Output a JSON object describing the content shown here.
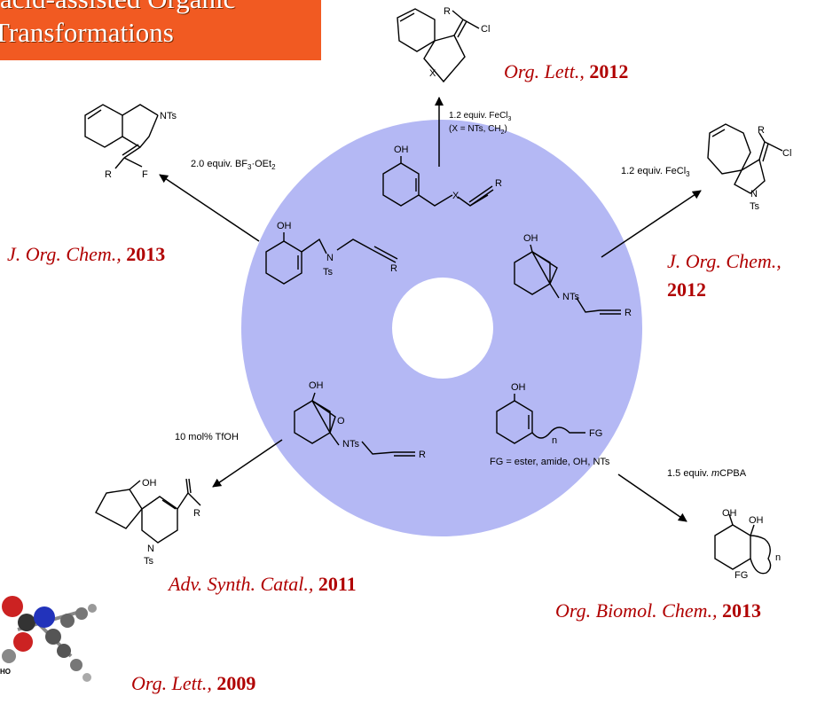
{
  "banner": {
    "line1": "acid-assisted Organic",
    "line2": "Transformations"
  },
  "references": {
    "top": {
      "journal": "Org. Lett.,",
      "year": "2012"
    },
    "left": {
      "journal": "J. Org. Chem.,",
      "year": "2013"
    },
    "right": {
      "journal": "J. Org. Chem.,",
      "year": "2012"
    },
    "bottom_left": {
      "journal": "Adv. Synth. Catal.,",
      "year": "2011"
    },
    "bottom_right": {
      "journal": "Org. Biomol. Chem.,",
      "year": "2013"
    },
    "footer": {
      "journal": "Org. Lett.,",
      "year": "2009"
    }
  },
  "conditions": {
    "top_line1": "1.2 equiv. FeCl",
    "top_line1_sub": "3",
    "top_line2": "(X = NTs, CH",
    "top_line2_sub": "2",
    "top_line2_end": ")",
    "left": "2.0 equiv. BF",
    "left_sub": "3",
    "left_end": "·OEt",
    "left_sub2": "2",
    "right": "1.2 equiv. FeCl",
    "right_sub": "3",
    "bottom_left": "10 mol% TfOH",
    "bottom_right_pre": "1.5 equiv. ",
    "bottom_right_italic": "m",
    "bottom_right_end": "CPBA"
  },
  "labels": {
    "oh": "OH",
    "r": "R",
    "x": "X",
    "cl": "Cl",
    "f": "F",
    "ts": "Ts",
    "nts": "NTs",
    "n": "N",
    "o": "O",
    "n_index": "n",
    "fg": "FG",
    "fg_note": "FG = ester, amide, OH, NTs",
    "homo": "HO"
  },
  "colors": {
    "banner": "#f15a22",
    "disc": "#b4b8f4",
    "reference": "#b00000"
  }
}
